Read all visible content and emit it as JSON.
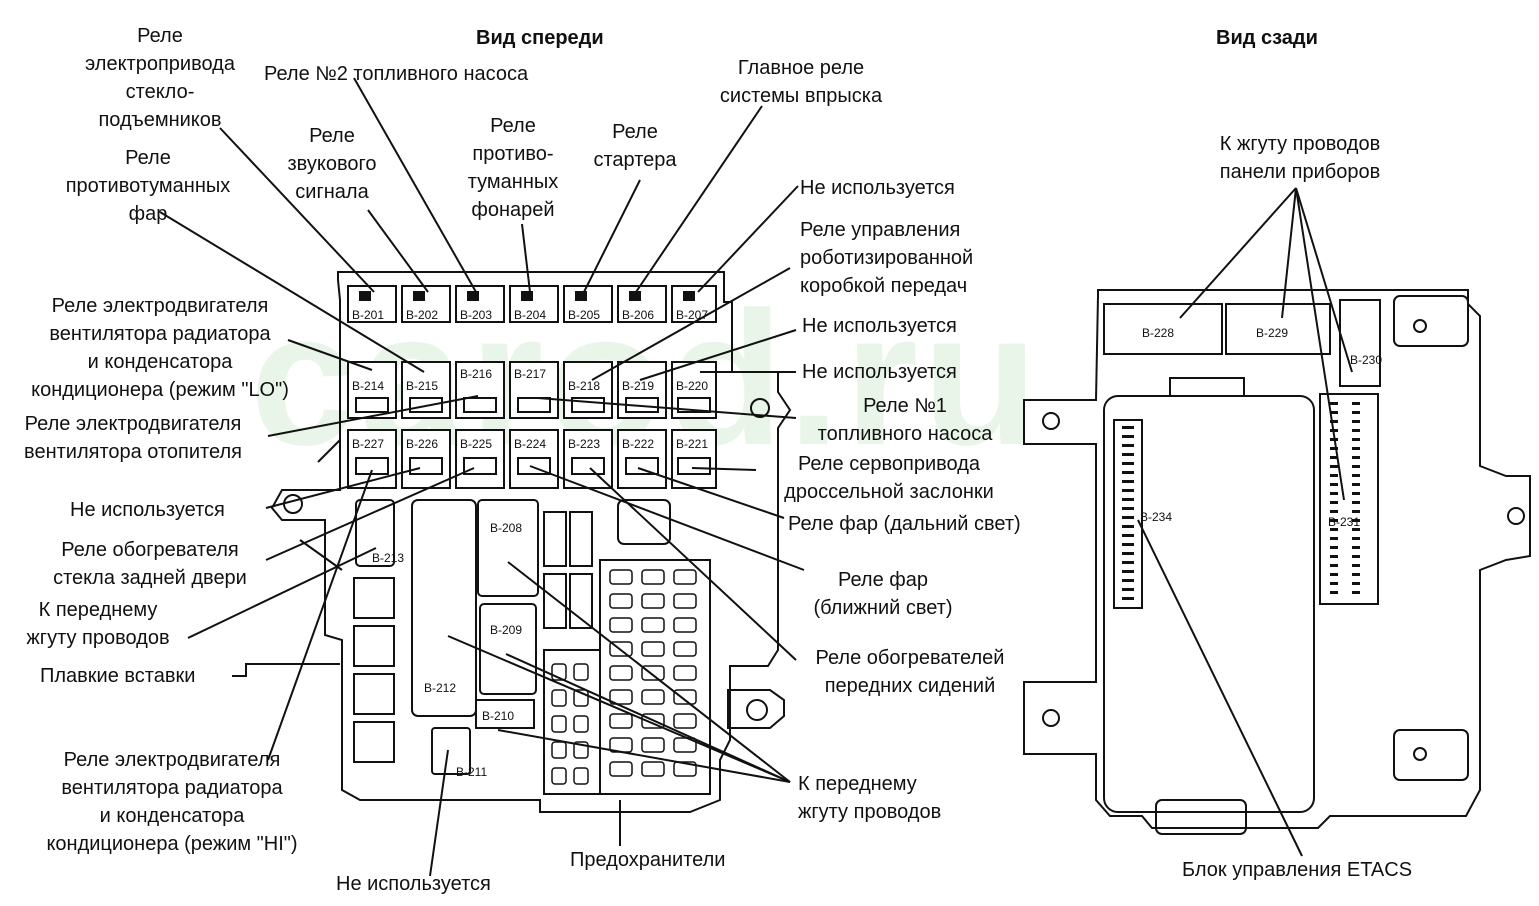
{
  "headers": {
    "front": "Вид спереди",
    "rear": "Вид сзади"
  },
  "watermark": "carod.ru",
  "connectors": {
    "b201": "B-201",
    "b202": "B-202",
    "b203": "B-203",
    "b204": "B-204",
    "b205": "B-205",
    "b206": "B-206",
    "b207": "B-207",
    "b214": "B-214",
    "b215": "B-215",
    "b216": "B-216",
    "b217": "B-217",
    "b218": "B-218",
    "b219": "B-219",
    "b220": "B-220",
    "b227": "B-227",
    "b226": "B-226",
    "b225": "B-225",
    "b224": "B-224",
    "b223": "B-223",
    "b222": "B-222",
    "b221": "B-221",
    "b213": "B-213",
    "b208": "B-208",
    "b209": "B-209",
    "b212": "B-212",
    "b210": "B-210",
    "b211": "B-211",
    "b228": "B-228",
    "b229": "B-229",
    "b230": "B-230",
    "b231": "B-231",
    "b234": "B-234"
  },
  "labels": {
    "l1": "Реле\nэлектропривода\nстекло-\nподъемников",
    "l2": "Реле №2 топливного насоса",
    "l3": "Реле\nзвукового\nсигнала",
    "l4": "Реле\nпротиво-\nтуманных\nфонарей",
    "l5": "Реле\nстартера",
    "l6": "Главное реле\nсистемы впрыска",
    "l7": "Реле\nпротивотуманных\nфар",
    "l8": "Не используется",
    "l9": "Реле управления\nроботизированной\nкоробкой передач",
    "l10": "Реле электродвигателя\nвентилятора радиатора\nи конденсатора\nкондиционера (режим \"LO\")",
    "l11": "Не используется",
    "l12": "Не используется",
    "l13": "Реле электродвигателя\nвентилятора отопителя",
    "l14": "Реле №1\nтопливного насоса",
    "l15": "Реле сервопривода\nдроссельной заслонки",
    "l16": "Не используется",
    "l17": "Реле фар (дальний свет)",
    "l18": "Реле обогревателя\nстекла задней двери",
    "l19": "Реле фар\n(ближний свет)",
    "l20": "К переднему\nжгуту проводов",
    "l21": "Реле обогревателей\nпередних сидений",
    "l22": "Плавкие вставки",
    "l23": "Реле электродвигателя\nвентилятора радиатора\nи конденсатора\nкондиционера (режим \"HI\")",
    "l24": "К переднему\nжгуту проводов",
    "l25": "Предохранители",
    "l26": "Не используется",
    "l27": "К жгуту проводов\nпанели приборов",
    "l28": "Блок управления ETACS"
  }
}
